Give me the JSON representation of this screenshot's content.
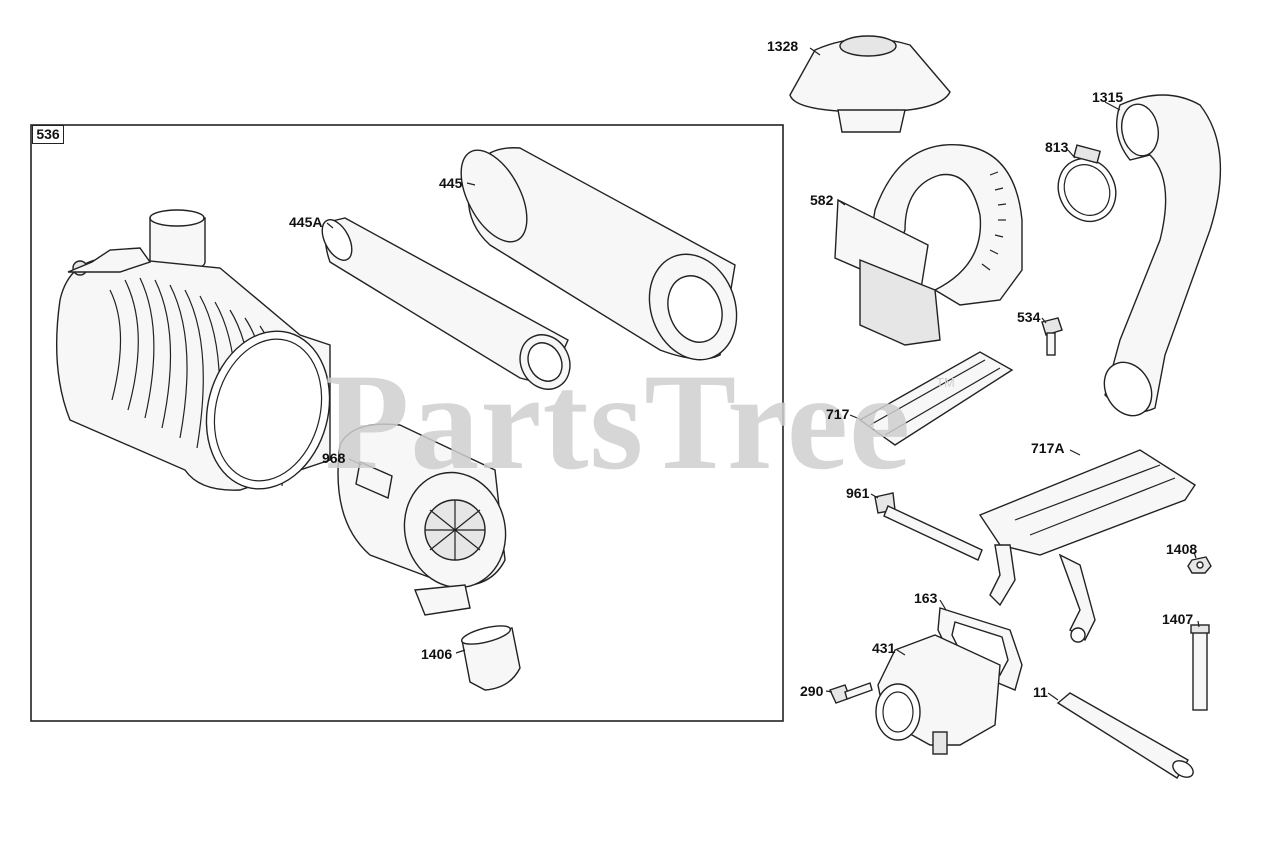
{
  "watermark": {
    "text": "PartsTree",
    "trademark": "TM"
  },
  "assembly_box": {
    "label": "536"
  },
  "callouts": [
    {
      "id": "1328",
      "label": "1328"
    },
    {
      "id": "1315",
      "label": "1315"
    },
    {
      "id": "813",
      "label": "813"
    },
    {
      "id": "582",
      "label": "582"
    },
    {
      "id": "445",
      "label": "445"
    },
    {
      "id": "445A",
      "label": "445A"
    },
    {
      "id": "534",
      "label": "534"
    },
    {
      "id": "717",
      "label": "717"
    },
    {
      "id": "717A",
      "label": "717A"
    },
    {
      "id": "968",
      "label": "968"
    },
    {
      "id": "961",
      "label": "961"
    },
    {
      "id": "1408",
      "label": "1408"
    },
    {
      "id": "163",
      "label": "163"
    },
    {
      "id": "1407",
      "label": "1407"
    },
    {
      "id": "431",
      "label": "431"
    },
    {
      "id": "1406",
      "label": "1406"
    },
    {
      "id": "290",
      "label": "290"
    },
    {
      "id": "11",
      "label": "11"
    }
  ]
}
